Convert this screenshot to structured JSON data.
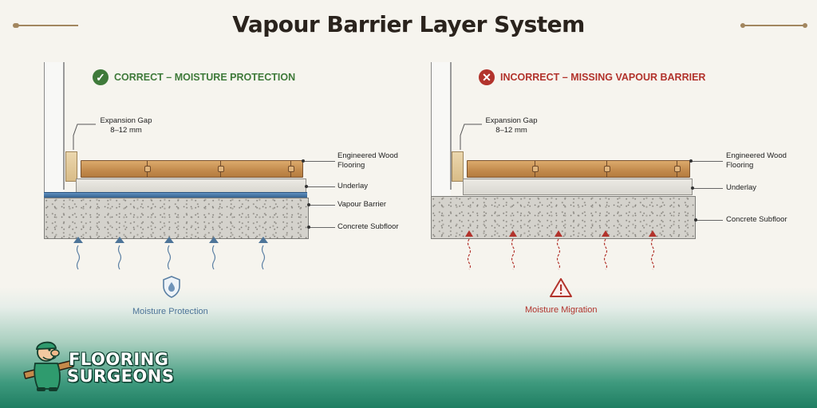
{
  "title": "Vapour Barrier Layer System",
  "colors": {
    "correct": "#3f7a3a",
    "incorrect": "#b2332c",
    "moisture_blue": "#5a7fa3",
    "moisture_red": "#b2332c",
    "brand_green": "#1f7e62"
  },
  "correct_panel": {
    "heading": "CORRECT – MOISTURE PROTECTION",
    "status_icon": "check-circle-icon",
    "expansion_gap": "Expansion Gap",
    "expansion_gap_size": "8–12 mm",
    "labels": {
      "flooring_line1": "Engineered Wood",
      "flooring_line2": "Flooring",
      "underlay": "Underlay",
      "vapour_barrier": "Vapour Barrier",
      "subfloor": "Concrete Subfloor"
    },
    "caption": "Moisture Protection",
    "caption_icon": "shield-water-drop-icon"
  },
  "incorrect_panel": {
    "heading": "INCORRECT – MISSING VAPOUR BARRIER",
    "status_icon": "x-circle-icon",
    "expansion_gap": "Expansion Gap",
    "expansion_gap_size": "8–12 mm",
    "labels": {
      "flooring_line1": "Engineered Wood",
      "flooring_line2": "Flooring",
      "underlay": "Underlay",
      "subfloor": "Concrete Subfloor"
    },
    "caption": "Moisture Migration",
    "caption_icon": "warning-triangle-icon"
  },
  "logo": {
    "line1": "FLOORING",
    "line2": "SURGEONS",
    "mascot_icon": "surgeon-mascot-icon"
  }
}
